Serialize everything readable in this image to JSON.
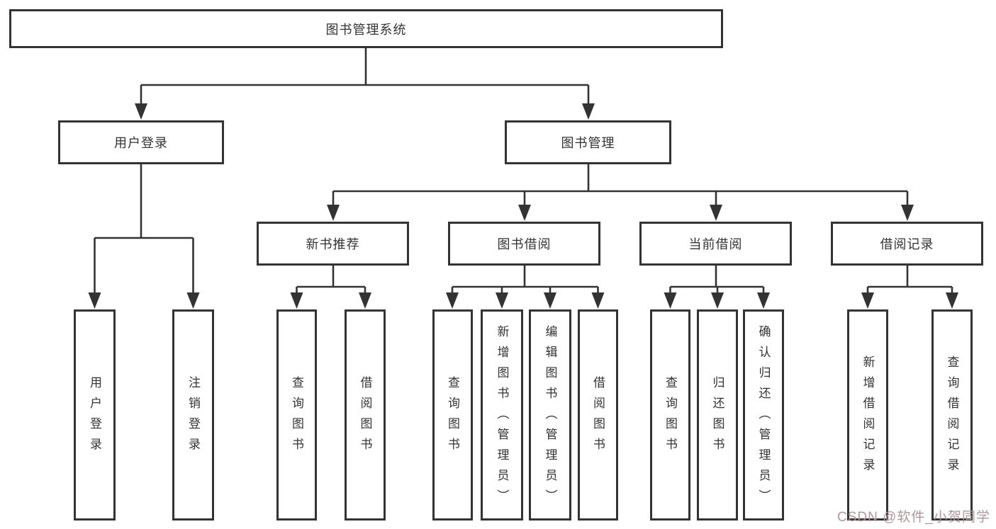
{
  "diagram": {
    "type": "function-structure-tree",
    "colors": {
      "line": "#333333",
      "box_border": "#333333",
      "text": "#333333",
      "watermark": "#b0969b",
      "background": "#ffffff"
    },
    "watermark": "CSDN @软件_小贺同学",
    "tree": {
      "root": {
        "label": "图书管理系统"
      },
      "level2": [
        {
          "label": "用户登录",
          "children": [
            {
              "label": "用户登录"
            },
            {
              "label": "注销登录"
            }
          ]
        },
        {
          "label": "图书管理",
          "children": [
            {
              "label": "新书推荐",
              "children": [
                {
                  "label": "查询图书"
                },
                {
                  "label": "借阅图书"
                }
              ]
            },
            {
              "label": "图书借阅",
              "children": [
                {
                  "label": "查询图书"
                },
                {
                  "label": "新增图书（管理员）"
                },
                {
                  "label": "编辑图书（管理员）"
                },
                {
                  "label": "借阅图书"
                }
              ]
            },
            {
              "label": "当前借阅",
              "children": [
                {
                  "label": "查询图书"
                },
                {
                  "label": "归还图书"
                },
                {
                  "label": "确认归还（管理员）"
                }
              ]
            },
            {
              "label": "借阅记录",
              "children": [
                {
                  "label": "新增借阅记录"
                },
                {
                  "label": "查询借阅记录"
                }
              ]
            }
          ]
        }
      ]
    }
  }
}
